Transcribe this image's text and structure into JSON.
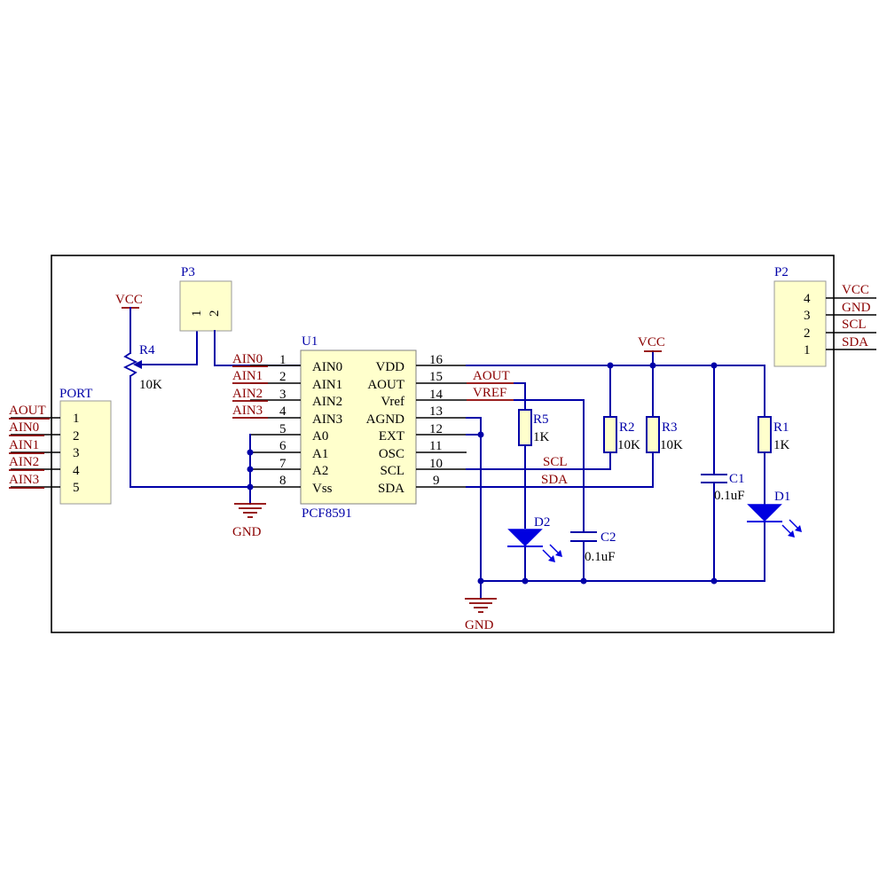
{
  "port": {
    "title": "PORT",
    "pins": [
      "1",
      "2",
      "3",
      "4",
      "5"
    ],
    "nets": [
      "AOUT",
      "AIN0",
      "AIN1",
      "AIN2",
      "AIN3"
    ]
  },
  "p3": {
    "title": "P3",
    "pins": [
      "1",
      "2"
    ]
  },
  "r4": {
    "name": "R4",
    "value": "10K",
    "vcc": "VCC"
  },
  "u1": {
    "ref": "U1",
    "part": "PCF8591",
    "left_pins": [
      {
        "num": "1",
        "name": "AIN0",
        "net": "AIN0"
      },
      {
        "num": "2",
        "name": "AIN1",
        "net": "AIN1"
      },
      {
        "num": "3",
        "name": "AIN2",
        "net": "AIN2"
      },
      {
        "num": "4",
        "name": "AIN3",
        "net": "AIN3"
      },
      {
        "num": "5",
        "name": "A0",
        "net": ""
      },
      {
        "num": "6",
        "name": "A1",
        "net": ""
      },
      {
        "num": "7",
        "name": "A2",
        "net": ""
      },
      {
        "num": "8",
        "name": "Vss",
        "net": ""
      }
    ],
    "right_pins": [
      {
        "num": "16",
        "name": "VDD",
        "net": ""
      },
      {
        "num": "15",
        "name": "AOUT",
        "net": "AOUT"
      },
      {
        "num": "14",
        "name": "Vref",
        "net": "VREF"
      },
      {
        "num": "13",
        "name": "AGND",
        "net": ""
      },
      {
        "num": "12",
        "name": "EXT",
        "net": ""
      },
      {
        "num": "11",
        "name": "OSC",
        "net": ""
      },
      {
        "num": "10",
        "name": "SCL",
        "net": "SCL"
      },
      {
        "num": "9",
        "name": "SDA",
        "net": "SDA"
      }
    ]
  },
  "gnd_left": "GND",
  "gnd_bottom": "GND",
  "vcc_top": "VCC",
  "r5": {
    "name": "R5",
    "value": "1K"
  },
  "r2": {
    "name": "R2",
    "value": "10K"
  },
  "r3": {
    "name": "R3",
    "value": "10K"
  },
  "r1": {
    "name": "R1",
    "value": "1K"
  },
  "c1": {
    "name": "C1",
    "value": "0.1uF"
  },
  "c2": {
    "name": "C2",
    "value": "0.1uF"
  },
  "d1": {
    "name": "D1"
  },
  "d2": {
    "name": "D2"
  },
  "p2": {
    "title": "P2",
    "pins": [
      "4",
      "3",
      "2",
      "1"
    ],
    "nets": [
      "VCC",
      "GND",
      "SCL",
      "SDA"
    ]
  },
  "colors": {
    "wire": "#0000a8",
    "net_label": "#8b0000",
    "component_fill": "#ffffcc",
    "led": "#0000e0"
  }
}
